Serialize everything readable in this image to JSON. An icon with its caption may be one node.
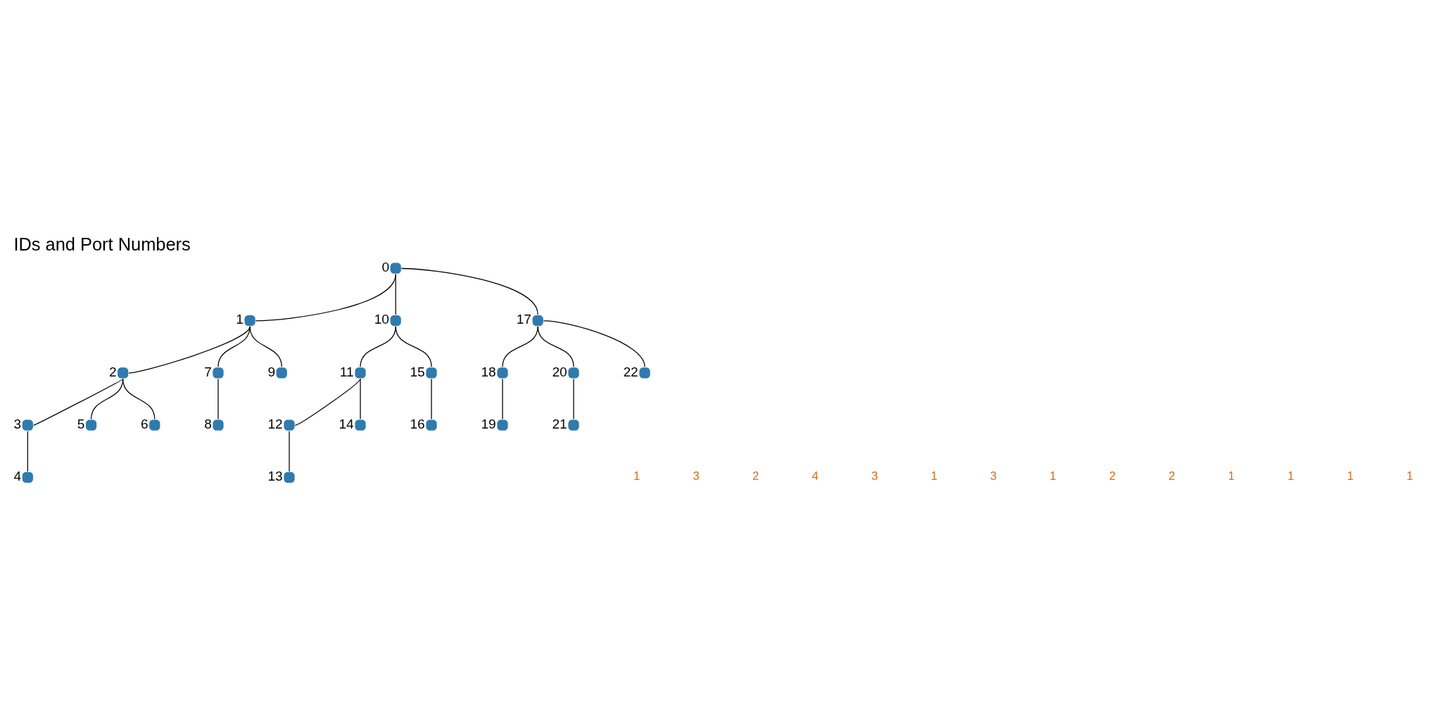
{
  "diagram": {
    "title": "IDs and Port Numbers",
    "nodes": [
      {
        "text": [],
        "shape": "circle",
        "beside": [
          "0"
        ]
      },
      {
        "text": [],
        "shape": "circle",
        "beside": [
          "1"
        ]
      },
      {
        "text": [],
        "shape": "circle",
        "beside": [
          "2"
        ]
      },
      {
        "text": [],
        "shape": "circle",
        "beside": [
          "3"
        ]
      },
      {
        "text": [],
        "shape": "circle",
        "beside": [
          "4"
        ]
      },
      {
        "text": [],
        "shape": "circle",
        "beside": [
          "5"
        ]
      },
      {
        "text": [],
        "shape": "circle",
        "beside": [
          "6"
        ]
      },
      {
        "text": [],
        "shape": "circle",
        "beside": [
          "7"
        ]
      },
      {
        "text": [],
        "shape": "circle",
        "beside": [
          "8"
        ]
      },
      {
        "text": [],
        "shape": "circle",
        "beside": [
          "9"
        ]
      },
      {
        "text": [],
        "shape": "circle",
        "beside": [
          "10"
        ]
      },
      {
        "text": [],
        "shape": "circle",
        "beside": [
          "11"
        ]
      },
      {
        "text": [],
        "shape": "circle",
        "beside": [
          "12"
        ]
      },
      {
        "text": [],
        "shape": "circle",
        "beside": [
          "13"
        ]
      },
      {
        "text": [],
        "shape": "circle",
        "beside": [
          "14"
        ]
      },
      {
        "text": [],
        "shape": "circle",
        "beside": [
          "15"
        ]
      },
      {
        "text": [],
        "shape": "circle",
        "beside": [
          "16"
        ]
      },
      {
        "text": [],
        "shape": "circle",
        "beside": [
          "17"
        ]
      },
      {
        "text": [],
        "shape": "circle",
        "beside": [
          "18"
        ]
      },
      {
        "text": [],
        "shape": "circle",
        "beside": [
          "19"
        ]
      },
      {
        "text": [],
        "shape": "circle",
        "beside": [
          "20"
        ]
      },
      {
        "text": [],
        "shape": "circle",
        "beside": [
          "21"
        ]
      },
      {
        "text": [],
        "shape": "circle",
        "beside": [
          "22"
        ]
      }
    ],
    "edges": [
      {
        "from": 0,
        "to": 1,
        "arrow": "none"
      },
      {
        "from": 0,
        "to": 10,
        "arrow": "none"
      },
      {
        "from": 0,
        "to": 17,
        "arrow": "none"
      },
      {
        "from": 1,
        "to": 2,
        "arrow": "none"
      },
      {
        "from": 1,
        "to": 7,
        "arrow": "none"
      },
      {
        "from": 1,
        "to": 9,
        "arrow": "none"
      },
      {
        "from": 2,
        "to": 3,
        "arrow": "none"
      },
      {
        "from": 2,
        "to": 5,
        "arrow": "none"
      },
      {
        "from": 2,
        "to": 6,
        "arrow": "none"
      },
      {
        "from": 3,
        "to": 4,
        "arrow": "none"
      },
      {
        "from": 7,
        "to": 8,
        "arrow": "none"
      },
      {
        "from": 10,
        "to": 11,
        "arrow": "none"
      },
      {
        "from": 10,
        "to": 15,
        "arrow": "none"
      },
      {
        "from": 11,
        "to": 12,
        "arrow": "none"
      },
      {
        "from": 11,
        "to": 14,
        "arrow": "none"
      },
      {
        "from": 12,
        "to": 13,
        "arrow": "none"
      },
      {
        "from": 15,
        "to": 16,
        "arrow": "none"
      },
      {
        "from": 17,
        "to": 18,
        "arrow": "none"
      },
      {
        "from": 17,
        "to": 20,
        "arrow": "none"
      },
      {
        "from": 17,
        "to": 22,
        "arrow": "none"
      },
      {
        "from": 18,
        "to": 19,
        "arrow": "none"
      },
      {
        "from": 20,
        "to": 21,
        "arrow": "none"
      }
    ],
    "labels": [
      "1",
      "3",
      "2",
      "4",
      "3",
      "1",
      "3",
      "1",
      "2",
      "2",
      "1",
      "1",
      "1",
      "1"
    ]
  }
}
